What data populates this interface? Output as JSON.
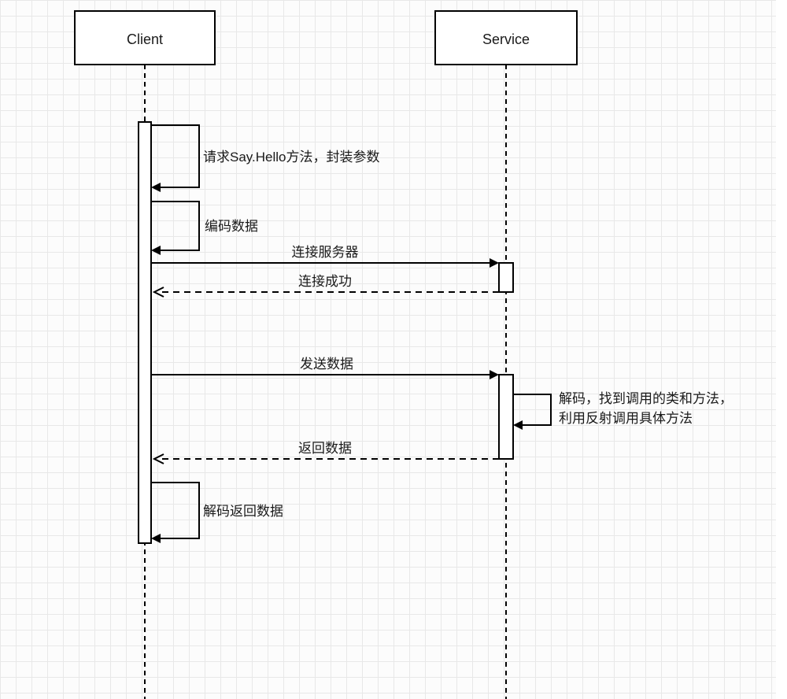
{
  "diagram": {
    "type": "sequence",
    "actors": [
      {
        "id": "client",
        "label": "Client"
      },
      {
        "id": "service",
        "label": "Service"
      }
    ],
    "messages": [
      {
        "from": "client",
        "to": "client",
        "style": "self-call",
        "label": "请求Say.Hello方法，封装参数"
      },
      {
        "from": "client",
        "to": "client",
        "style": "self-call",
        "label": "编码数据"
      },
      {
        "from": "client",
        "to": "service",
        "style": "solid-arrow",
        "label": "连接服务器"
      },
      {
        "from": "service",
        "to": "client",
        "style": "dashed-return",
        "label": "连接成功"
      },
      {
        "from": "client",
        "to": "service",
        "style": "solid-arrow",
        "label": "发送数据"
      },
      {
        "from": "service",
        "to": "service",
        "style": "self-call",
        "label": "解码，找到调用的类和方法，利用反射调用具体方法",
        "lines": [
          "解码，找到调用的类和方法，",
          "利用反射调用具体方法"
        ]
      },
      {
        "from": "service",
        "to": "client",
        "style": "dashed-return",
        "label": "返回数据"
      },
      {
        "from": "client",
        "to": "client",
        "style": "self-call",
        "label": "解码返回数据"
      }
    ],
    "colors": {
      "stroke": "#000000",
      "text": "#1a1a1a",
      "grid": "#e8e8e8",
      "background": "#fcfcfc",
      "shape_fill": "#ffffff"
    }
  }
}
